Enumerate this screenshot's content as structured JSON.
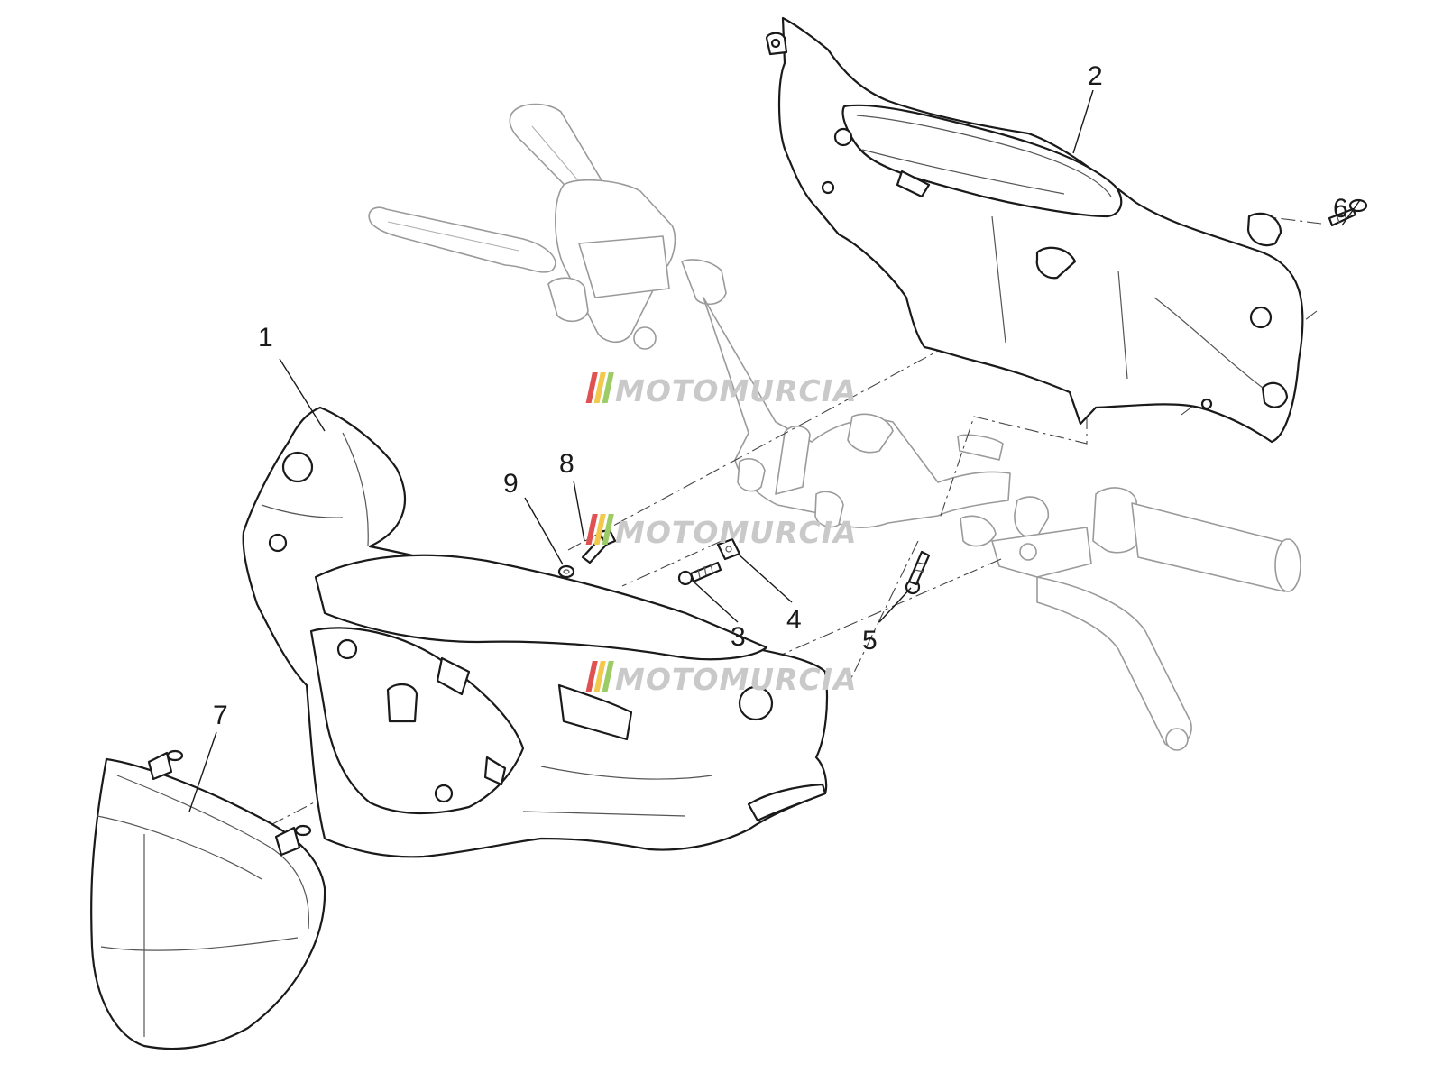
{
  "watermark": {
    "text": "MOTOMURCIA",
    "stripe_colors": [
      "#e05252",
      "#f2c94c",
      "#9ccc65"
    ]
  },
  "callouts": [
    "1",
    "2",
    "3",
    "4",
    "5",
    "6",
    "7",
    "8",
    "9"
  ]
}
